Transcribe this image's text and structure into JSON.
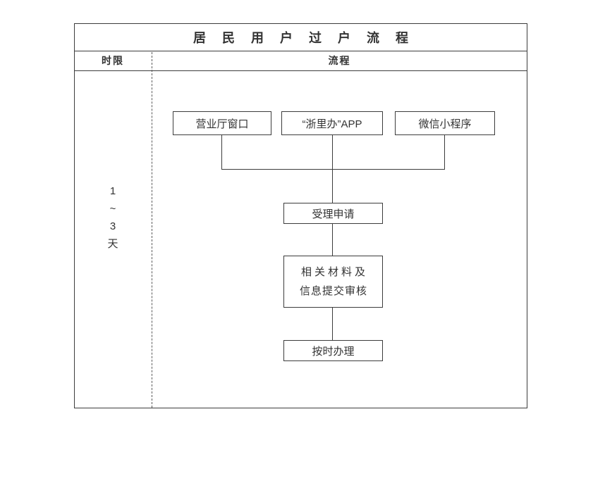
{
  "diagram": {
    "title": "居 民 用 户 过 户 流 程",
    "header": {
      "left": "时限",
      "right": "流程"
    },
    "time_limit": {
      "chars": [
        "1",
        "~",
        "3",
        "天"
      ]
    },
    "entries": [
      {
        "label": "营业厅窗口"
      },
      {
        "label": "“浙里办”APP"
      },
      {
        "label": "微信小程序"
      }
    ],
    "steps": [
      {
        "label": "受理申请"
      },
      {
        "line1": "相关材料及",
        "line2": "信息提交审核"
      },
      {
        "label": "按时办理"
      }
    ]
  }
}
